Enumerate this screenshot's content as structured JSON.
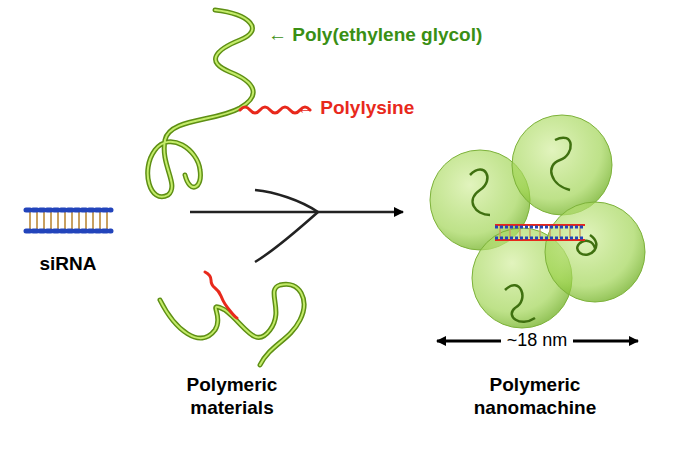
{
  "diagram": {
    "labels": [
      "← Poly(ethylene glycol)",
      "← Polylysine",
      "siRNA",
      "Polymeric materials",
      "~18 nm",
      "Polymeric nanomachine"
    ]
  }
}
